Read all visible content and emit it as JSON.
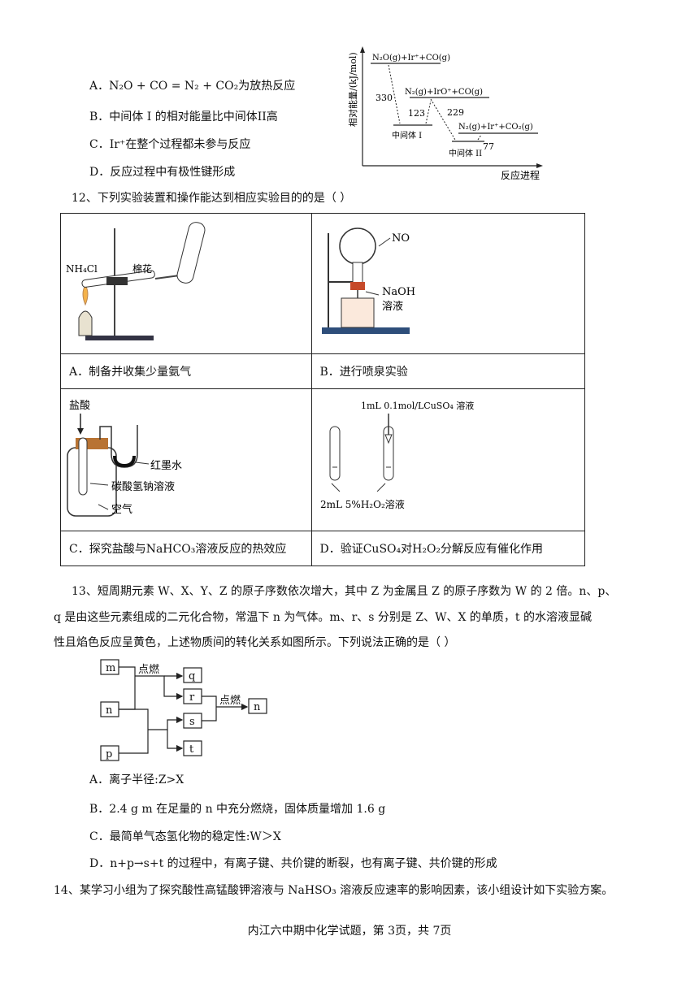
{
  "q11": {
    "options": {
      "A": "A．N₂O + CO = N₂ + CO₂为放热反应",
      "B": "B．中间体 I 的相对能量比中间体II高",
      "C": "C．Ir⁺在整个过程都未参与反应",
      "D": "D．反应过程中有极性键形成"
    },
    "energy_diagram": {
      "ylabel": "相对能量/(kJ/mol)",
      "xlabel": "反应进程",
      "level1": "N₂O(g)+Ir⁺+CO(g)",
      "level2": "N₂(g)+IrO⁺+CO(g)",
      "level3": "N₂(g)+Ir⁺+CO₂(g)",
      "val_330": "330",
      "val_123": "123",
      "val_229": "229",
      "val_77": "77",
      "inter1": "中间体 I",
      "inter2": "中间体 II"
    }
  },
  "q12": {
    "stem": "12、下列实验装置和操作能达到相应实验目的的是（     ）",
    "A": {
      "label_nh4cl": "NH₄Cl",
      "label_cotton": "棉花",
      "caption": "A．制备并收集少量氨气"
    },
    "B": {
      "label_no": "NO",
      "label_naoh": "NaOH",
      "label_sol": "溶液",
      "caption": "B．进行喷泉实验"
    },
    "C": {
      "label_hcl": "盐酸",
      "label_ink": "红墨水",
      "label_nahco3": "碳酸氢钠溶液",
      "label_air": "空气",
      "caption": "C．探究盐酸与NaHCO₃溶液反应的热效应"
    },
    "D": {
      "label_top": "1mL 0.1mol/LCuSO₄ 溶液",
      "label_bottom": "2mL 5%H₂O₂溶液",
      "caption": "D．验证CuSO₄对H₂O₂分解反应有催化作用"
    }
  },
  "q13": {
    "line1": "13、短周期元素 W、X、Y、Z 的原子序数依次增大，其中 Z 为金属且 Z 的原子序数为 W 的 2 倍。n、p、",
    "line2": "q 是由这些元素组成的二元化合物，常温下 n 为气体。m、r、s 分别是 Z、W、X 的单质，t 的水溶液显碱",
    "line3": "性且焰色反应呈黄色，上述物质间的转化关系如图所示。下列说法正确的是（     ）",
    "flow": {
      "m": "m",
      "n": "n",
      "p": "p",
      "q": "q",
      "r": "r",
      "s": "s",
      "t": "t",
      "n2": "n",
      "ignite1": "点燃",
      "ignite2": "点燃"
    },
    "options": {
      "A": "A．离子半径:Z>X",
      "B": "B．2.4 g m 在足量的 n 中充分燃烧，固体质量增加 1.6 g",
      "C": "C．最简单气态氢化物的稳定性:W＞X",
      "D": "D．n+p→s+t 的过程中，有离子键、共价键的断裂，也有离子键、共价键的形成"
    }
  },
  "q14": {
    "stem": "14、某学习小组为了探究酸性高锰酸钾溶液与 NaHSO₃ 溶液反应速率的影响因素，该小组设计如下实验方案。"
  },
  "footer": "内江六中期中化学试题，第 3页，共 7页"
}
